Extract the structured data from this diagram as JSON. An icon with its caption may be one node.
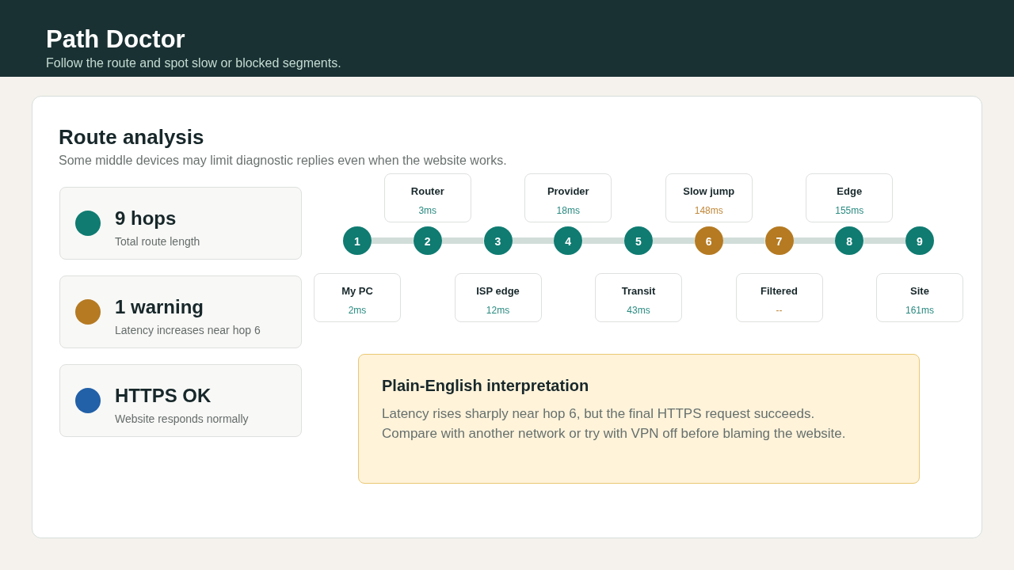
{
  "diagram": {
    "title": "Path Doctor",
    "nodes": [
      {
        "text": [
          "Route analysis",
          "Some middle devices may limit diagnostic replies even when the website works."
        ]
      },
      {
        "text": [
          "9 hops",
          "Total route length"
        ],
        "in": 0
      },
      {
        "text": [
          "1 warning",
          "Latency increases near hop 6"
        ],
        "in": 0
      },
      {
        "text": [
          "HTTPS OK",
          "Website responds normally"
        ],
        "in": 0
      },
      {
        "text": [
          "1"
        ],
        "in": 0
      },
      {
        "text": [
          "2"
        ],
        "in": 0
      },
      {
        "text": [
          "3"
        ],
        "in": 0
      },
      {
        "text": [
          "4"
        ],
        "in": 0
      },
      {
        "text": [
          "5"
        ],
        "in": 0
      },
      {
        "text": [
          "6"
        ],
        "in": 0
      },
      {
        "text": [
          "7"
        ],
        "in": 0
      },
      {
        "text": [
          "8"
        ],
        "in": 0
      },
      {
        "text": [
          "9"
        ],
        "in": 0
      },
      {
        "text": [
          "My PC",
          "2ms"
        ],
        "in": 0
      },
      {
        "text": [
          "Router",
          "3ms"
        ],
        "in": 0
      },
      {
        "text": [
          "ISP edge",
          "12ms"
        ],
        "in": 0
      },
      {
        "text": [
          "Provider",
          "18ms"
        ],
        "in": 0
      },
      {
        "text": [
          "Transit",
          "43ms"
        ],
        "in": 0
      },
      {
        "text": [
          "Slow jump",
          "148ms"
        ],
        "in": 0
      },
      {
        "text": [
          "Filtered",
          "--"
        ],
        "in": 0
      },
      {
        "text": [
          "Edge",
          "155ms"
        ],
        "in": 0
      },
      {
        "text": [
          "Site",
          "161ms"
        ],
        "in": 0
      },
      {
        "text": [
          "Plain-English interpretation",
          "Latency rises sharply near hop 6, but the final HTTPS request succeeds. Compare with another network or try with VPN off before blaming the website."
        ],
        "in": 0
      }
    ],
    "edges": [
      {
        "from": 4,
        "to": 5,
        "arrow": "none"
      },
      {
        "from": 5,
        "to": 6,
        "arrow": "none"
      },
      {
        "from": 6,
        "to": 7,
        "arrow": "none"
      },
      {
        "from": 7,
        "to": 8,
        "arrow": "none"
      },
      {
        "from": 8,
        "to": 9,
        "arrow": "none"
      },
      {
        "from": 9,
        "to": 10,
        "arrow": "none"
      },
      {
        "from": 10,
        "to": 11,
        "arrow": "none"
      },
      {
        "from": 11,
        "to": 12,
        "arrow": "none"
      }
    ],
    "labels": [
      "Follow the route and spot slow or blocked segments."
    ]
  }
}
